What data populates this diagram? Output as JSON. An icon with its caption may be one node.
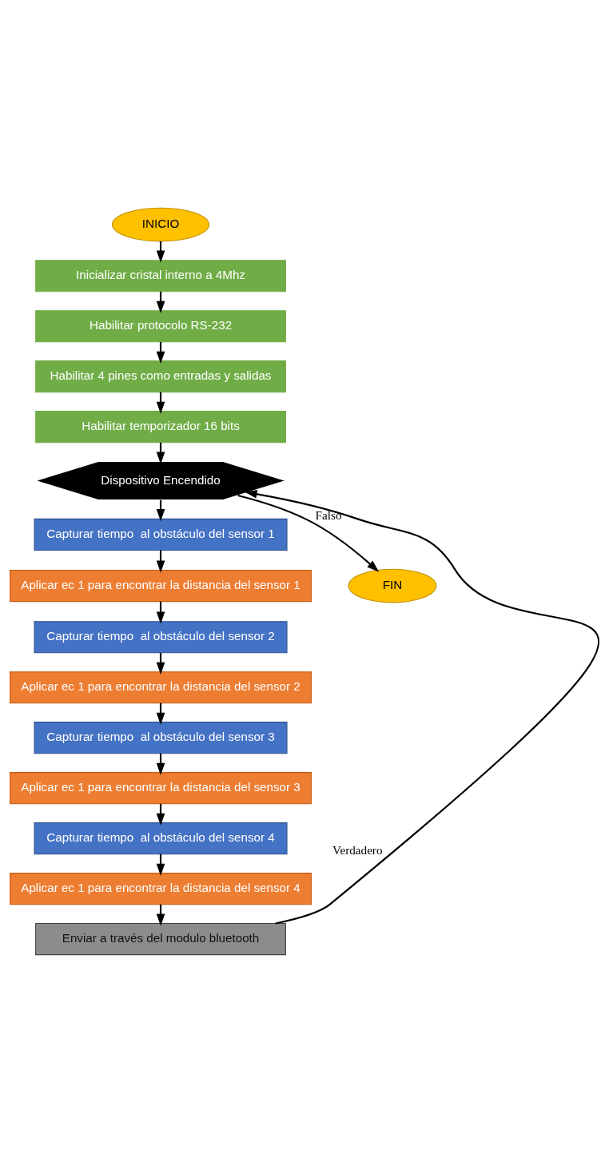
{
  "diagram": {
    "nodes": [
      {
        "text": [
          "INICIO"
        ]
      },
      {
        "text": [
          "Inicializar cristal interno a 4Mhz"
        ]
      },
      {
        "text": [
          "Habilitar protocolo RS-232"
        ]
      },
      {
        "text": [
          "Habilitar 4 pines como entradas y salidas"
        ]
      },
      {
        "text": [
          "Habilitar temporizador 16 bits"
        ]
      },
      {
        "text": [
          "Dispositivo Encendido"
        ]
      },
      {
        "text": [
          "Capturar tiempo  al obstáculo del sensor 1"
        ]
      },
      {
        "text": [
          "Aplicar ec 1 para encontrar la distancia del sensor 1"
        ]
      },
      {
        "text": [
          "Capturar tiempo  al obstáculo del sensor 2"
        ]
      },
      {
        "text": [
          "Aplicar ec 1 para encontrar la distancia del sensor 2"
        ]
      },
      {
        "text": [
          "Capturar tiempo  al obstáculo del sensor 3"
        ]
      },
      {
        "text": [
          "Aplicar ec 1 para encontrar la distancia del sensor 3"
        ]
      },
      {
        "text": [
          "Capturar tiempo  al obstáculo del sensor 4"
        ]
      },
      {
        "text": [
          "Aplicar ec 1 para encontrar la distancia del sensor 4"
        ]
      },
      {
        "text": [
          "Enviar a través del modulo bluetooth"
        ]
      },
      {
        "text": [
          "FIN"
        ]
      }
    ],
    "edges": [
      {
        "from": 0,
        "to": 1,
        "arrow": "to"
      },
      {
        "from": 1,
        "to": 2,
        "arrow": "to"
      },
      {
        "from": 2,
        "to": 3,
        "arrow": "to"
      },
      {
        "from": 3,
        "to": 4,
        "arrow": "to"
      },
      {
        "from": 4,
        "to": 5,
        "arrow": "to"
      },
      {
        "from": 5,
        "to": 6,
        "arrow": "to"
      },
      {
        "from": 6,
        "to": 7,
        "arrow": "to"
      },
      {
        "from": 7,
        "to": 8,
        "arrow": "to"
      },
      {
        "from": 8,
        "to": 9,
        "arrow": "to"
      },
      {
        "from": 9,
        "to": 10,
        "arrow": "to"
      },
      {
        "from": 10,
        "to": 11,
        "arrow": "to"
      },
      {
        "from": 11,
        "to": 12,
        "arrow": "to"
      },
      {
        "from": 12,
        "to": 13,
        "arrow": "to"
      },
      {
        "from": 13,
        "to": 14,
        "arrow": "to"
      },
      {
        "from": 14,
        "to": 5,
        "label": "Verdadero",
        "arrow": "to"
      },
      {
        "from": 5,
        "to": 15,
        "label": "Falso",
        "arrow": "to"
      }
    ]
  }
}
